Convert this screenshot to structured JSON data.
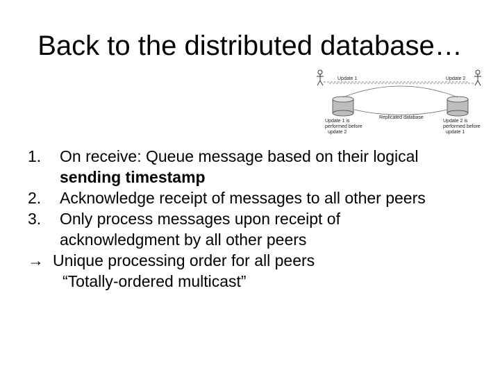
{
  "slide": {
    "title": "Back to the distributed database…",
    "figure": {
      "update1": "Update 1",
      "update2": "Update 2",
      "db_label": "Replicated database",
      "left_note": [
        "Update 1 is",
        "performed before",
        "update 2"
      ],
      "right_note": [
        "Update 2 is",
        "performed before",
        "update 1"
      ]
    },
    "items": [
      {
        "num": "1.",
        "text": "On receive: Queue message based on their logical",
        "text_bold": "sending timestamp"
      },
      {
        "num": "2.",
        "text": "Acknowledge receipt of messages to all other peers"
      },
      {
        "num": "3.",
        "text": "Only process messages upon receipt of",
        "text2": "acknowledgment by all other peers"
      }
    ],
    "conclusion": {
      "arrow": "→",
      "text": "Unique processing order for all peers",
      "quote": "“Totally-ordered multicast”"
    }
  }
}
